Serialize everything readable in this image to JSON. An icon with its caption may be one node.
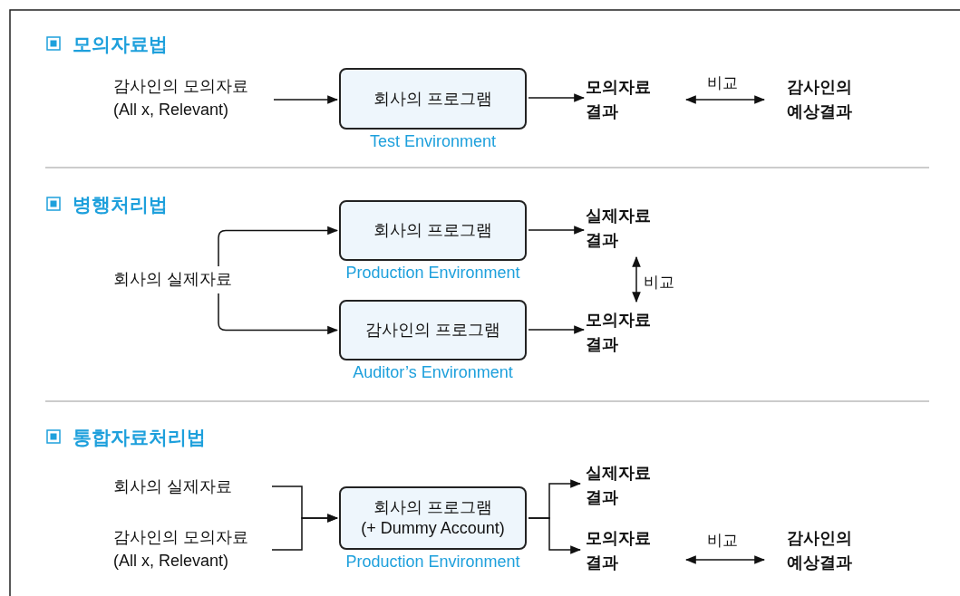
{
  "diagram": {
    "nodes": [
      {
        "text": [
          "감사인의 모의자료 (All x, Relevant)"
        ]
      },
      {
        "text": [
          "회사의 프로그램"
        ],
        "beside": [
          "Test Environment"
        ]
      },
      {
        "text": [
          "모의자료 결과"
        ]
      },
      {
        "text": [
          "감사인의 예상결과"
        ]
      },
      {
        "text": [
          "회사의 실제자료"
        ]
      },
      {
        "text": [
          "회사의 프로그램"
        ],
        "beside": [
          "Production Environment"
        ]
      },
      {
        "text": [
          "감사인의 프로그램"
        ],
        "beside": [
          "Auditor’s Environment"
        ]
      },
      {
        "text": [
          "실제자료 결과"
        ]
      },
      {
        "text": [
          "모의자료 결과"
        ]
      },
      {
        "text": [
          "회사의 실제자료"
        ]
      },
      {
        "text": [
          "감사인의 모의자료 (All x, Relevant)"
        ]
      },
      {
        "text": [
          "회사의 프로그램",
          "(+ Dummy Account)"
        ],
        "beside": [
          "Production Environment"
        ]
      },
      {
        "text": [
          "실제자료 결과"
        ]
      },
      {
        "text": [
          "모의자료 결과"
        ]
      },
      {
        "text": [
          "감사인의 예상결과"
        ]
      }
    ],
    "edges": [
      {
        "from": 0,
        "to": 1,
        "arrow": "to"
      },
      {
        "from": 1,
        "to": 2,
        "arrow": "to"
      },
      {
        "from": 2,
        "to": 3,
        "arrow": "both",
        "label": "비교"
      },
      {
        "from": 4,
        "to": 5,
        "arrow": "to"
      },
      {
        "from": 4,
        "to": 6,
        "arrow": "to"
      },
      {
        "from": 5,
        "to": 7,
        "arrow": "to"
      },
      {
        "from": 6,
        "to": 8,
        "arrow": "to"
      },
      {
        "from": 7,
        "to": 8,
        "arrow": "both",
        "label": "비교"
      },
      {
        "from": 9,
        "to": 11,
        "arrow": "to"
      },
      {
        "from": 10,
        "to": 11,
        "arrow": "to"
      },
      {
        "from": 11,
        "to": 12,
        "arrow": "to"
      },
      {
        "from": 11,
        "to": 13,
        "arrow": "to"
      },
      {
        "from": 13,
        "to": 14,
        "arrow": "both",
        "label": "비교"
      }
    ],
    "labels": [
      "모의자료법",
      "병행처리법",
      "통합자료처리법"
    ]
  }
}
